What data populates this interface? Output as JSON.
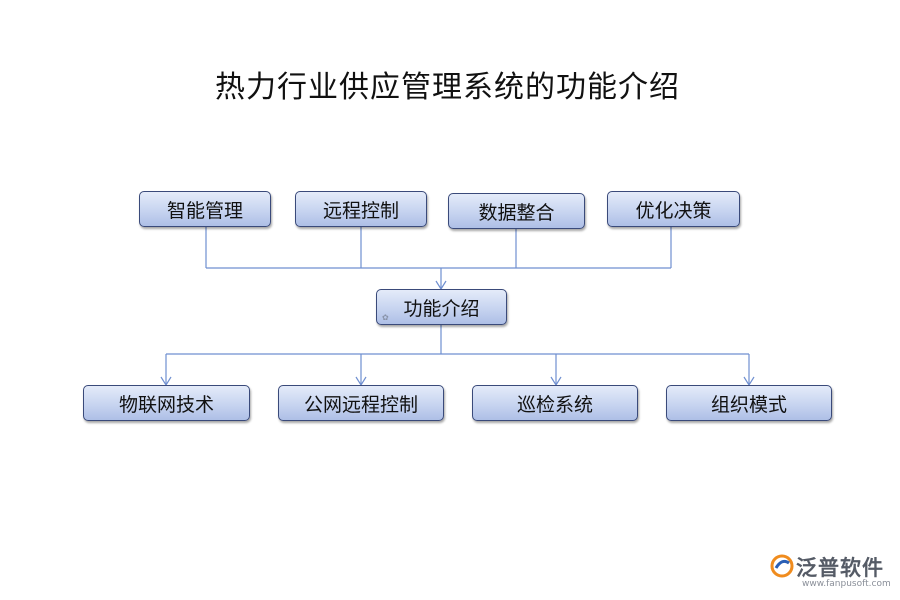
{
  "title": "热力行业供应管理系统的功能介绍",
  "inputs": [
    "智能管理",
    "远程控制",
    "数据整合",
    "优化决策"
  ],
  "center": "功能介绍",
  "outputs": [
    "物联网技术",
    "公网远程控制",
    "巡检系统",
    "组织模式"
  ],
  "colors": {
    "node_fill": "#c7d4f0",
    "node_border": "#3a4a7a",
    "connector": "#6f8fd0"
  },
  "logo": {
    "name": "泛普软件",
    "url": "www.fanpusoft.com",
    "icon": "fanpu-logo-icon"
  }
}
